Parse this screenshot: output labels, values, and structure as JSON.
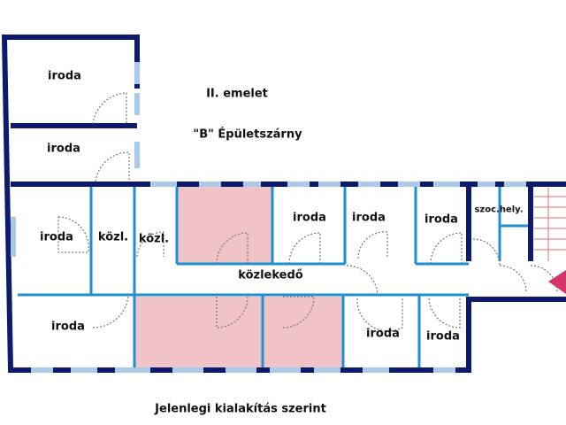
{
  "title": {
    "floor": "II. emelet",
    "wing": "\"B\" Épületszárny"
  },
  "caption": "Jelenlegi kialakítás szerint",
  "rooms": {
    "top_office_1": "iroda",
    "top_office_2": "iroda",
    "left_office": "iroda",
    "hall_1": "közl.",
    "hall_2": "közl.",
    "office_upper_1": "iroda",
    "office_upper_2": "iroda",
    "office_upper_3": "iroda",
    "restroom": "szoc.hely.",
    "corridor": "közlekedő",
    "bottom_left_office": "iroda",
    "office_lower_1": "iroda",
    "office_lower_2": "iroda"
  },
  "colors": {
    "wall": "#0d1a6e",
    "inner": "#1e8fd0",
    "window": "#a9cbe8",
    "highlight": "#f0c4c6",
    "arrow": "#d6336c"
  }
}
